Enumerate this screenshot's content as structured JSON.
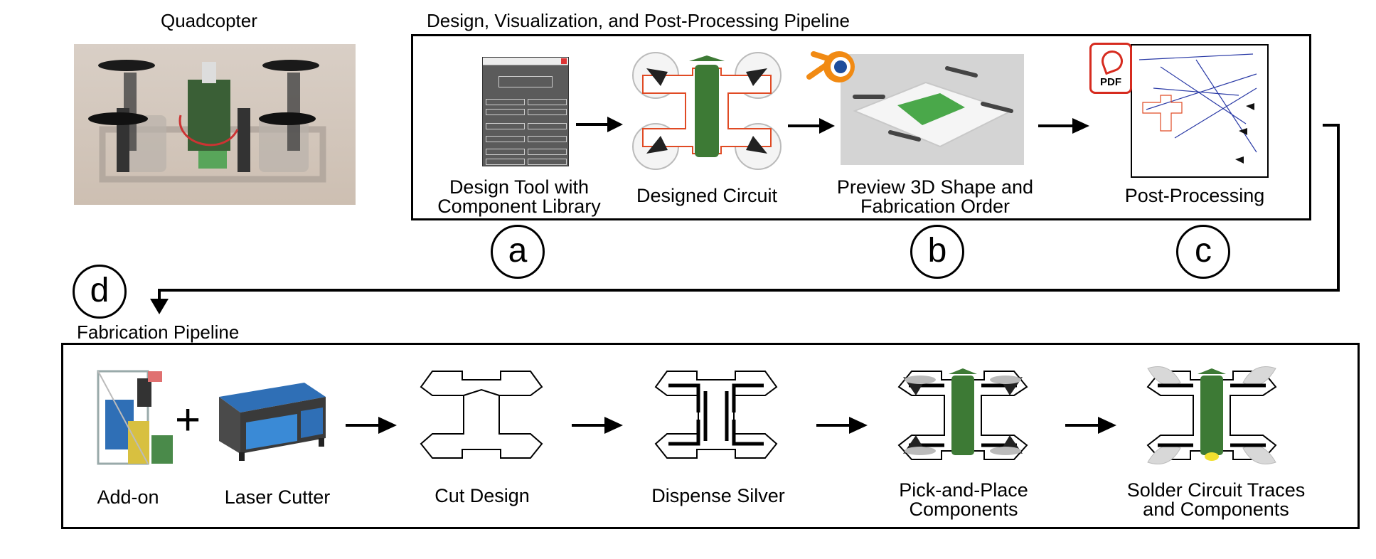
{
  "quadcopter": {
    "title": "Quadcopter"
  },
  "pipeline_top": {
    "title": "Design, Visualization, and Post-Processing Pipeline",
    "steps": [
      {
        "label_line1": "Design Tool with",
        "label_line2": "Component Library"
      },
      {
        "label_line1": "Designed Circuit"
      },
      {
        "label_line1": "Preview 3D Shape and",
        "label_line2": "Fabrication Order"
      },
      {
        "label_line1": "Post-Processing"
      }
    ],
    "markers": [
      "a",
      "b",
      "c"
    ],
    "pdf_badge": "PDF"
  },
  "pipeline_bottom": {
    "marker": "d",
    "title": "Fabrication Pipeline",
    "plus": "+",
    "steps": [
      {
        "label_line1": "Add-on"
      },
      {
        "label_line1": "Laser Cutter"
      },
      {
        "label_line1": "Cut Design"
      },
      {
        "label_line1": "Dispense Silver"
      },
      {
        "label_line1": "Pick-and-Place",
        "label_line2": "Components"
      },
      {
        "label_line1": "Solder Circuit Traces",
        "label_line2": "and Components"
      }
    ]
  },
  "icons": [
    "blender-icon",
    "pdf-icon",
    "arrow-right-icon",
    "arrow-down-icon"
  ],
  "colors": {
    "circuit_green": "#3d7a35",
    "trace_red": "#e04a24",
    "pdf_red": "#d62b1f",
    "blender_orange": "#f18a13",
    "blender_blue": "#1f4e9c"
  }
}
